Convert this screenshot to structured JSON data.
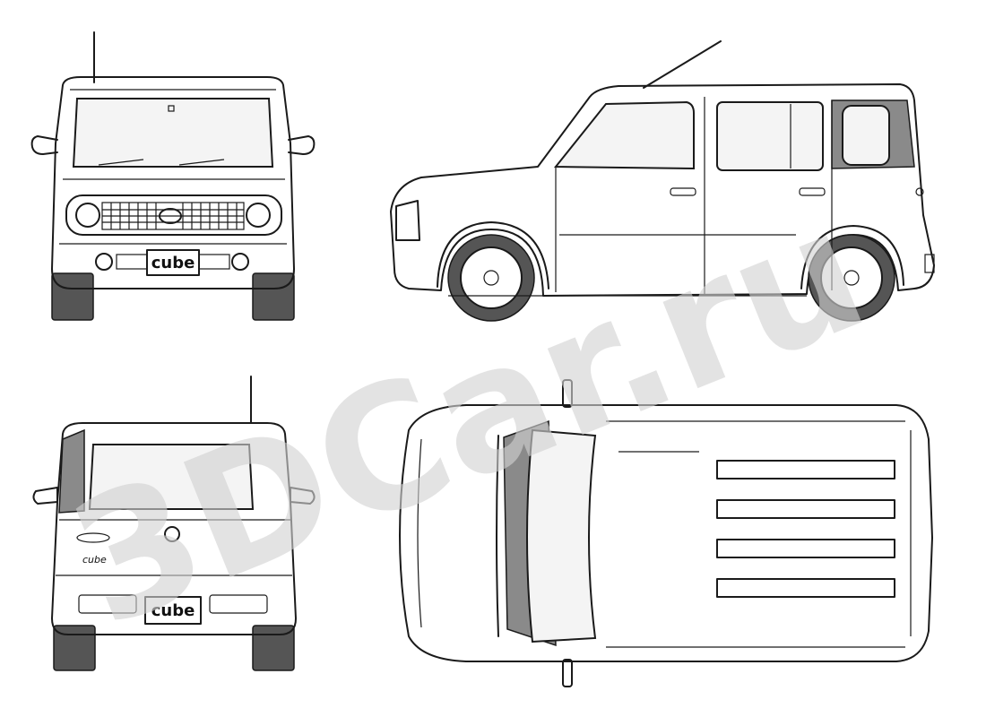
{
  "views": {
    "front": {
      "plate_text": "cube"
    },
    "side": {},
    "rear": {
      "plate_text": "cube",
      "badge_text": "cube"
    },
    "top": {}
  },
  "watermark": {
    "text": "3DCar.ru",
    "color": "#d2d2d2"
  },
  "colors": {
    "line": "#1a1a1a",
    "tire": "#555555",
    "shade": "#8a8a8a"
  }
}
